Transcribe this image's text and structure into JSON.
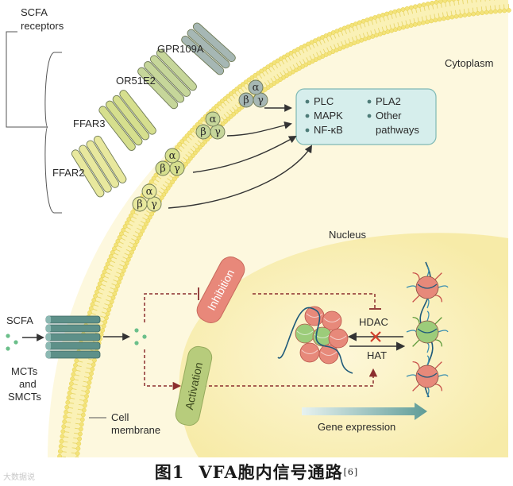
{
  "labels": {
    "scfa_receptors": [
      "SCFA",
      "receptors"
    ],
    "cytoplasm": "Cytoplasm",
    "nucleus": "Nucleus",
    "scfa": "SCFA",
    "transporters": [
      "MCTs",
      "and",
      "SMCTs"
    ],
    "cell_membrane": [
      "Cell",
      "membrane"
    ],
    "gene_expression": "Gene expression",
    "hdac": "HDAC",
    "hat": "HAT",
    "inhibition": "Inhibition",
    "activation": "Activation"
  },
  "receptors": [
    {
      "name": "GPR109A",
      "color": "#a6b7b4"
    },
    {
      "name": "OR51E2",
      "color": "#c6d69a"
    },
    {
      "name": "FFAR3",
      "color": "#d6df8e"
    },
    {
      "name": "FFAR2",
      "color": "#e8e89e"
    }
  ],
  "g_protein": {
    "alpha": "α",
    "beta": "β",
    "gamma": "γ"
  },
  "pathways": {
    "left": [
      "PLC",
      "MAPK",
      "NF-κB"
    ],
    "right": [
      "PLA2",
      "Other",
      "pathways"
    ]
  },
  "caption": {
    "number": "图1",
    "title": "VFA胞内信号通路",
    "ref": "[6]"
  },
  "watermark": "大数据说",
  "colors": {
    "membrane": "#f3e37a",
    "membrane_dark": "#e6cf4c",
    "nucleus": "#fbf3c5",
    "pathway_box": "#d6eeec",
    "pathway_border": "#7fb9b4",
    "inhibition": "#e8887a",
    "activation": "#b7cc7c",
    "transporter": "#5d9089",
    "dashed": "#8b2e2e"
  }
}
